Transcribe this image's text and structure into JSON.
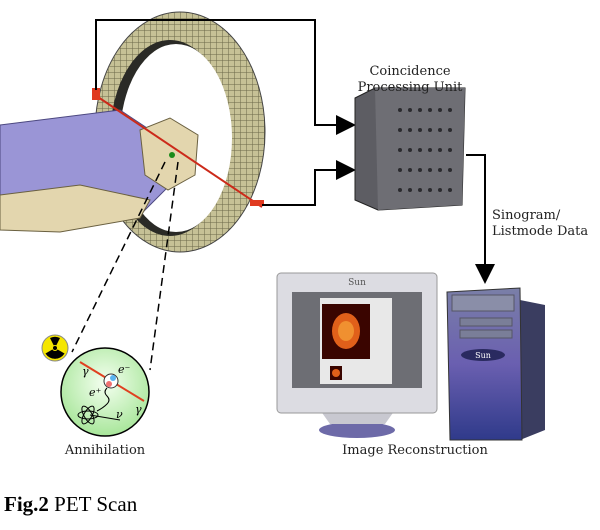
{
  "labels": {
    "coincidence_line1": "Coincidence",
    "coincidence_line2": "Processing Unit",
    "sinogram_line1": "Sinogram/",
    "sinogram_line2": "Listmode Data",
    "annihilation": "Annihilation",
    "image_reconstruction": "Image Reconstruction"
  },
  "annihilation_symbols": {
    "gamma": "γ",
    "electron": "e⁻",
    "positron": "e⁺",
    "neutrino": "ν"
  },
  "brand": "Sun",
  "caption": {
    "fig": "Fig.2",
    "title": "PET Scan"
  },
  "colors": {
    "ring": "#b9b48a",
    "body": "#9a95d6",
    "head": "#e3d6ae",
    "beam": "#cc2a1a",
    "sphere": "#c8f0b8",
    "server": "#4b4a8e"
  }
}
